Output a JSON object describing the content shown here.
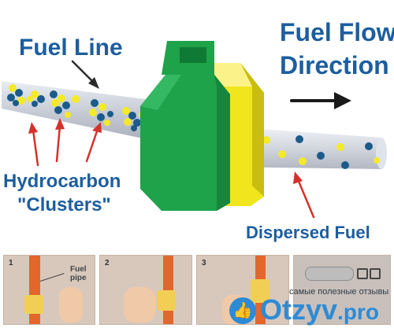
{
  "labels": {
    "fuel_line": "Fuel Line",
    "fuel_flow_1": "Fuel Flow",
    "fuel_flow_2": "Direction",
    "hydrocarbon": "Hydrocarbon",
    "clusters": "\"Clusters\"",
    "dispersed": "Dispersed Fuel"
  },
  "steps": [
    {
      "num": "1",
      "label_1": "Fuel",
      "label_2": "pipe"
    },
    {
      "num": "2"
    },
    {
      "num": "3"
    },
    {
      "num": ""
    }
  ],
  "watermark": {
    "caption": "самые полезные отзывы",
    "brand_main": "Otzyv",
    "brand_tld": ".pro"
  },
  "colors": {
    "title_blue": "#1d5e9e",
    "arrow_red": "#d4322b",
    "magnet_green": "#1ea24a",
    "magnet_yellow": "#f1e51d",
    "dot_blue": "#1b5b8a",
    "dot_yellow": "#f4ea27",
    "watermark_blue": "#2d8bd6"
  }
}
